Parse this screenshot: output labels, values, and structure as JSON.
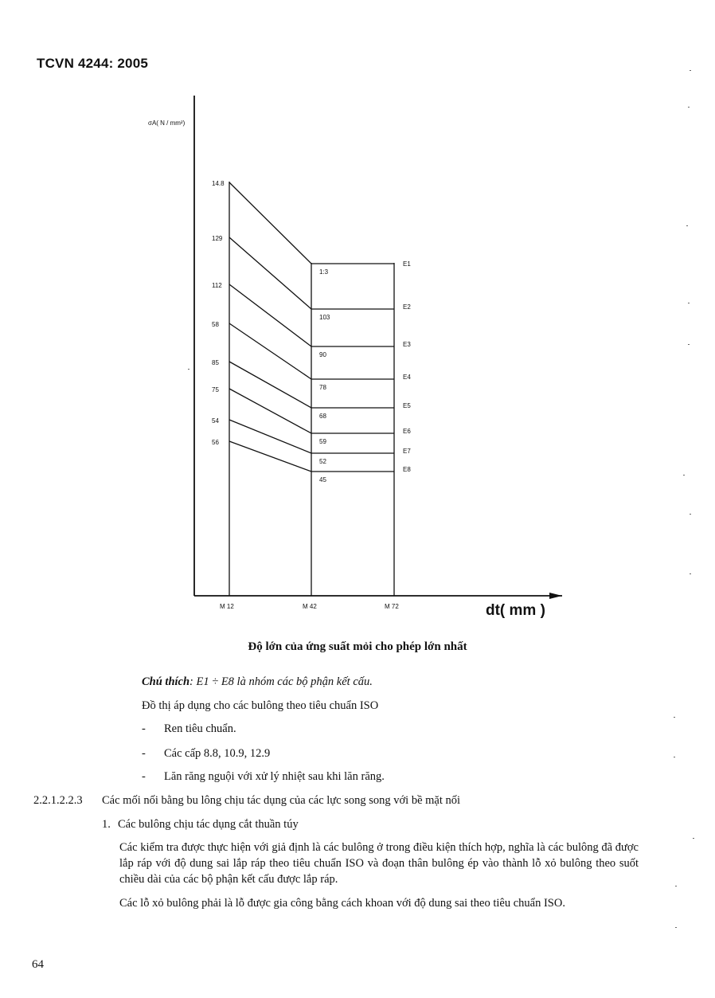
{
  "header": {
    "code": "TCVN 4244: 2005"
  },
  "chart_data": {
    "type": "line",
    "ylabel": "σA( N / mm²)",
    "xlabel": "dt( mm )",
    "x_ticks": [
      "M 12",
      "M 42",
      "M 72"
    ],
    "series": [
      {
        "name": "E1",
        "left_label": "14.8",
        "right_label": "1:3"
      },
      {
        "name": "E2",
        "left_label": "129",
        "right_label": "103"
      },
      {
        "name": "E3",
        "left_label": "112",
        "right_label": "90"
      },
      {
        "name": "E4",
        "left_label": "58",
        "right_label": "78"
      },
      {
        "name": "E5",
        "left_label": "85",
        "right_label": "68"
      },
      {
        "name": "E6",
        "left_label": "75",
        "right_label": "59"
      },
      {
        "name": "E7",
        "left_label": "54",
        "right_label": "52"
      },
      {
        "name": "E8",
        "left_label": "56",
        "right_label": "45"
      }
    ]
  },
  "caption": "Độ lớn của ứng suất mỏi cho phép lớn nhất",
  "note": {
    "label": "Chú thích",
    "text": ": E1 ÷ E8 là nhóm các bộ phận kết cấu."
  },
  "intro": "Đồ thị áp dụng cho các bulông theo tiêu chuẩn ISO",
  "bullets": [
    "Ren tiêu chuẩn.",
    "Các cấp 8.8, 10.9, 12.9",
    "Lăn răng nguội với xử lý nhiệt sau khi lăn răng."
  ],
  "bullet_dash": "-",
  "section": {
    "number": "2.2.1.2.2.3",
    "title": "Các mối nối bằng bu lông chịu tác dụng của các lực song song với bề mặt nối"
  },
  "item": {
    "number": "1.",
    "title": "Các bulông chịu tác dụng cắt thuần túy"
  },
  "para1": "Các kiểm tra được thực hiện với giả định là các bulông ở trong điều kiện thích hợp, nghĩa là các bulông đã được lắp ráp với độ dung sai lắp ráp theo tiêu chuẩn ISO và đoạn thân bulông ép vào thành lỗ xỏ bulông theo suốt chiều dài của các bộ phận kết cấu được lắp ráp.",
  "para2": "Các lỗ xỏ bulông phải là lỗ được gia công bằng cách khoan với độ dung sai theo tiêu chuẩn ISO.",
  "page_number": "64"
}
